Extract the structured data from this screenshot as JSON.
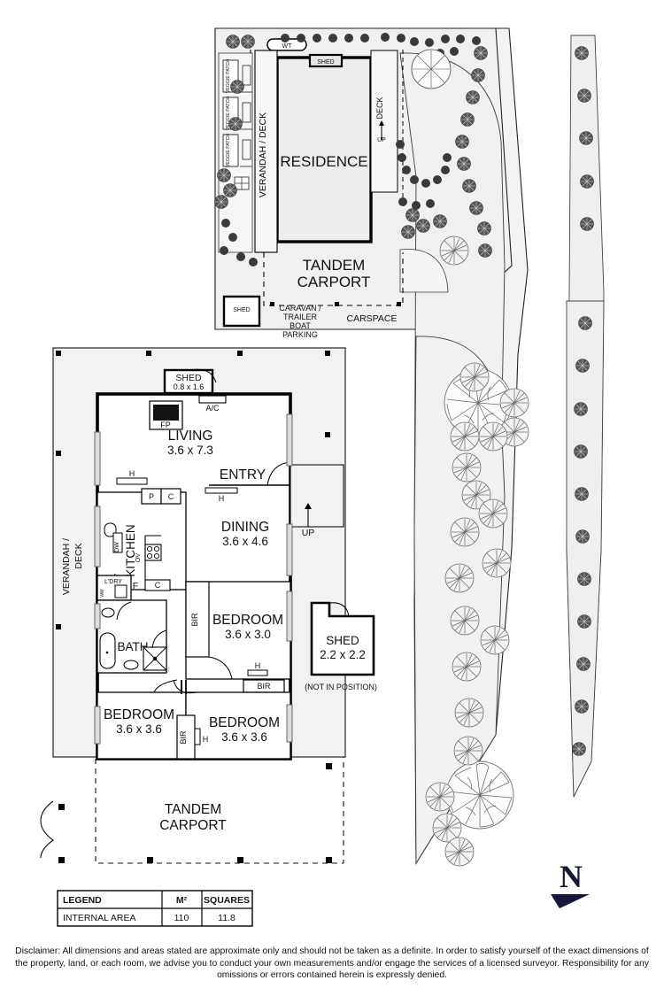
{
  "document": {
    "type": "real-estate-floor-plan",
    "disclaimer": "Disclaimer: All dimensions and areas stated are approximate only and should not be taken as a definite. In order to satisfy yourself of the exact dimensions of the property, land, or each room, we advise you to conduct your own measurements and/or engage the services of a licensed surveyor. Responsibility for any omissions or errors contained herein is expressly denied."
  },
  "colors": {
    "ink": "#111111",
    "wall": "#000000",
    "fill_light": "#f0f0f0",
    "fill_mid": "#e8e8e8",
    "paper": "#ffffff",
    "north_arrow": "#15183a",
    "tree_stroke": "#5a5a5a"
  },
  "site_plan": {
    "labels": {
      "residence": "RESIDENCE",
      "verandah_deck": "VERANDAH / DECK",
      "deck": "DECK",
      "up": "UP",
      "shed_roof": "SHED",
      "shed_lower": "SHED",
      "water_tank": "WT",
      "tandem_carport_line1": "TANDEM",
      "tandem_carport_line2": "CARPORT",
      "caravan_line1": "CARAVAN /",
      "caravan_line2": "TRAILER",
      "caravan_line3": "BOAT",
      "caravan_line4": "PARKING",
      "carspace": "CARSPACE",
      "veggie_patch": "VEGGIE PATCH"
    },
    "veggie_patch_count": 3
  },
  "floor_plan": {
    "rooms": [
      {
        "name": "LIVING",
        "dims": "3.6 x 7.3"
      },
      {
        "name": "DINING",
        "dims": "3.6 x 4.6"
      },
      {
        "name": "BEDROOM",
        "dims": "3.6 x 3.0"
      },
      {
        "name": "BEDROOM",
        "dims": "3.6 x 3.6"
      },
      {
        "name": "BEDROOM",
        "dims": "3.6 x 3.6"
      }
    ],
    "labels": {
      "entry": "ENTRY",
      "deck": "DECK",
      "up": "UP",
      "kitchen": "KITCHEN",
      "bath": "BATH",
      "laundry": "L'DRY",
      "verandah_deck": "VERANDAH /\nDECK",
      "verandah_line1": "VERANDAH /",
      "verandah_line2": "DECK",
      "tandem_carport_line1": "TANDEM",
      "tandem_carport_line2": "CARPORT",
      "fireplace": "FP",
      "air_con": "A/C",
      "shed_small_name": "SHED",
      "shed_small_dims": "0.8 x 1.6",
      "shed_detached_name": "SHED",
      "shed_detached_dims": "2.2 x 2.2",
      "shed_detached_note": "(NOT IN POSITION)",
      "bir": "BIR",
      "robe_h": "H",
      "pantry": "P",
      "cupboard": "C",
      "fridge": "F",
      "dishwasher": "DW",
      "oven": "OV",
      "washing_machine": "WM"
    }
  },
  "legend": {
    "headers": [
      "LEGEND",
      "M²",
      "SQUARES"
    ],
    "rows": [
      {
        "label": "INTERNAL AREA",
        "m2": "110",
        "squares": "11.8"
      }
    ]
  },
  "compass": {
    "label": "N"
  }
}
